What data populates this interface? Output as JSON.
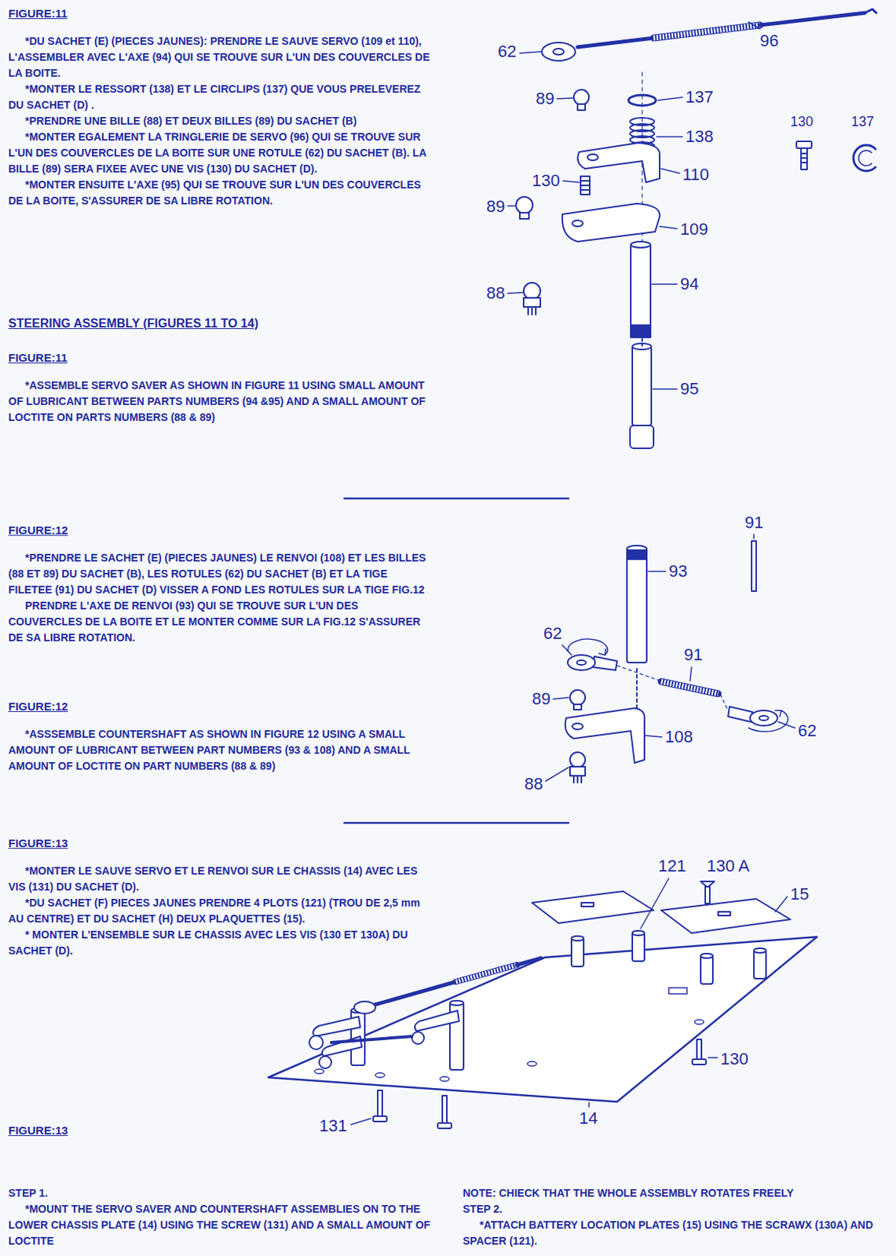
{
  "diagram": {
    "labels": [
      "FIGURE:11",
      "*DU SACHET (E) (PIECES JAUNES): PRENDRE LE SAUVE SERVO (109 et 110), L'ASSEMBLER AVEC L'AXE (94) QUI SE TROUVE SUR L'UN DES COUVERCLES DE LA BOITE.",
      "*MONTER LE RESSORT (138) ET LE CIRCLIPS (137) QUE VOUS PRELEVEREZ DU SACHET (D) .",
      "*PRENDRE UNE BILLE (88) ET DEUX BILLES (89) DU SACHET (B)",
      "*MONTER EGALEMENT LA TRINGLERIE DE SERVO (96) QUI SE TROUVE SUR L'UN DES COUVERCLES DE LA BOITE SUR UNE ROTULE (62) DU SACHET (B). LA BILLE (89) SERA FIXEE AVEC UNE VIS (130) DU SACHET (D).",
      "*MONTER ENSUITE L'AXE (95) QUI SE TROUVE SUR L'UN DES COUVERCLES DE LA BOITE, S'ASSURER DE SA LIBRE ROTATION.",
      "STEERING ASSEMBLY (FIGURES 11 TO 14)",
      "FIGURE:11",
      "*ASSEMBLE SERVO SAVER AS SHOWN IN FIGURE 11 USING SMALL AMOUNT OF LUBRICANT BETWEEN PARTS NUMBERS (94 &95) AND A SMALL AMOUNT OF LOCTITE ON PARTS NUMBERS (88 & 89)",
      "FIGURE:12",
      "*PRENDRE LE SACHET (E) (PIECES JAUNES) LE RENVOI (108) ET LES BILLES (88 ET 89) DU SACHET (B), LES ROTULES (62) DU SACHET (B) ET LA TIGE FILETEE (91) DU SACHET (D) VISSER A FOND LES ROTULES SUR LA TIGE FIG.12",
      "PRENDRE L'AXE DE RENVOI (93) QUI SE TROUVE SUR L'UN DES COUVERCLES DE LA BOITE ET LE MONTER COMME SUR LA FIG.12 S'ASSURER DE SA LIBRE ROTATION.",
      "FIGURE:12",
      "*ASSSEMBLE COUNTERSHAFT AS SHOWN IN FIGURE 12 USING A SMALL AMOUNT OF LUBRICANT BETWEEN PART NUMBERS (93 & 108) AND A SMALL AMOUNT OF LOCTITE ON PART NUMBERS (88 & 89)",
      "FIGURE:13",
      "*MONTER LE SAUVE SERVO ET LE RENVOI SUR LE CHASSIS (14) AVEC LES VIS (131) DU SACHET (D).",
      "*DU SACHET (F) PIECES JAUNES PRENDRE 4 PLOTS (121) (TROU DE 2,5 mm AU CENTRE) ET DU SACHET (H) DEUX PLAQUETTES (15).",
      "* MONTER L'ENSEMBLE SUR LE CHASSIS AVEC LES VIS (130 ET 130A) DU SACHET (D).",
      "FIGURE:13",
      "STEP 1.",
      "*MOUNT THE SERVO SAVER AND COUNTERSHAFT ASSEMBLIES ON TO THE LOWER CHASSIS PLATE (14) USING THE SCREW (131) AND A SMALL AMOUNT OF LOCTITE",
      "NOTE: CHIECK THAT THE WHOLE ASSEMBLY ROTATES FREELY",
      "STEP 2.",
      "*ATTACH BATTERY LOCATION PLATES (15) USING THE SCRAWX (130A) AND SPACER (121).",
      "96",
      "62",
      "137",
      "89",
      "138",
      "110",
      "130",
      "130",
      "137",
      "89",
      "109",
      "88",
      "94",
      "95",
      "91",
      "93",
      "62",
      "91",
      "89",
      "108",
      "62",
      "88",
      "121",
      "130 A",
      "15",
      "130",
      "14",
      "131"
    ]
  }
}
